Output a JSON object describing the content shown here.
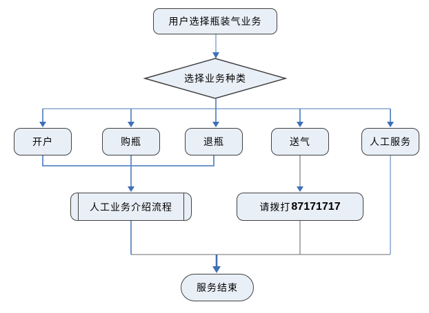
{
  "flowchart": {
    "nodes": {
      "start": {
        "label": "用户选择瓶装气业务",
        "shape": "terminator"
      },
      "decision": {
        "label": "选择业务种类",
        "shape": "decision-diamond"
      },
      "open_account": {
        "label": "开户",
        "shape": "process"
      },
      "buy_bottle": {
        "label": "购瓶",
        "shape": "process"
      },
      "return_bottle": {
        "label": "退瓶",
        "shape": "process"
      },
      "gas_delivery": {
        "label": "送气",
        "shape": "process"
      },
      "manual_service": {
        "label": "人工服务",
        "shape": "process"
      },
      "manual_intro": {
        "label": "人工业务介绍流程",
        "shape": "predefined-process"
      },
      "call_prefix": {
        "label": "请拨打",
        "shape": "process"
      },
      "call_number": {
        "label": "87171717"
      },
      "end": {
        "label": "服务结束",
        "shape": "terminator"
      }
    },
    "edges": [
      "start -> decision",
      "decision -> open_account",
      "decision -> buy_bottle",
      "decision -> return_bottle",
      "decision -> gas_delivery",
      "decision -> manual_service",
      "open_account -> manual_intro",
      "buy_bottle -> manual_intro",
      "return_bottle -> manual_intro",
      "gas_delivery -> call",
      "manual_intro -> end",
      "call -> end",
      "manual_service -> end"
    ]
  },
  "colors": {
    "node_fill": "#e9eff7",
    "node_border": "#3f3f3f",
    "line_blue": "#5b87c5",
    "line_light_blue": "#a3bcda",
    "line_gray": "#6b6b6b",
    "arrow_blue": "#3f6fb5",
    "canvas_bg": "#ffffff"
  }
}
